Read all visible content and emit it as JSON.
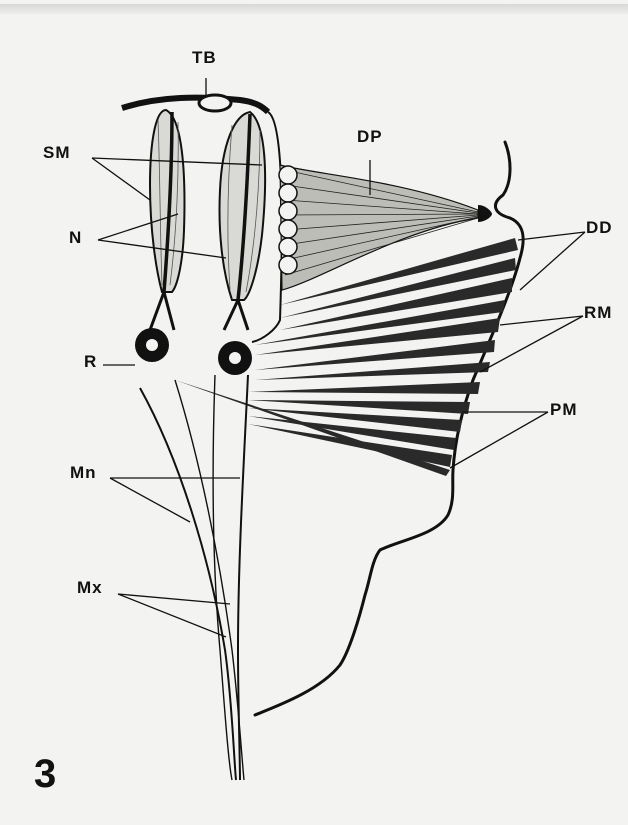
{
  "figure_number": "3",
  "labels": {
    "TB": "TB",
    "SM": "SM",
    "DP": "DP",
    "N": "N",
    "DD": "DD",
    "RM": "RM",
    "R": "R",
    "PM": "PM",
    "Mn": "Mn",
    "Mx": "Mx"
  },
  "colors": {
    "ink": "#111111",
    "paper": "#f3f3f1"
  }
}
